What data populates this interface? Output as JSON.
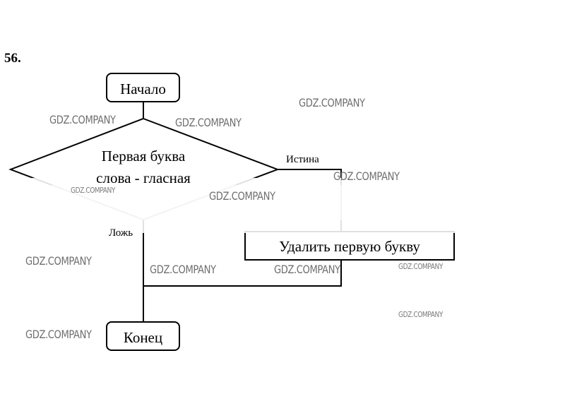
{
  "task_number": "56.",
  "start_label": "Начало",
  "end_label": "Конец",
  "condition": {
    "line1": "Первая буква",
    "line2": "слова - гласная"
  },
  "true_label": "Истина",
  "false_label": "Ложь",
  "action_label": "Удалить первую букву",
  "watermark_text": "GDZ.COMPANY",
  "colors": {
    "line": "#000000",
    "watermark": "#6f6f6f",
    "background": "#ffffff"
  }
}
